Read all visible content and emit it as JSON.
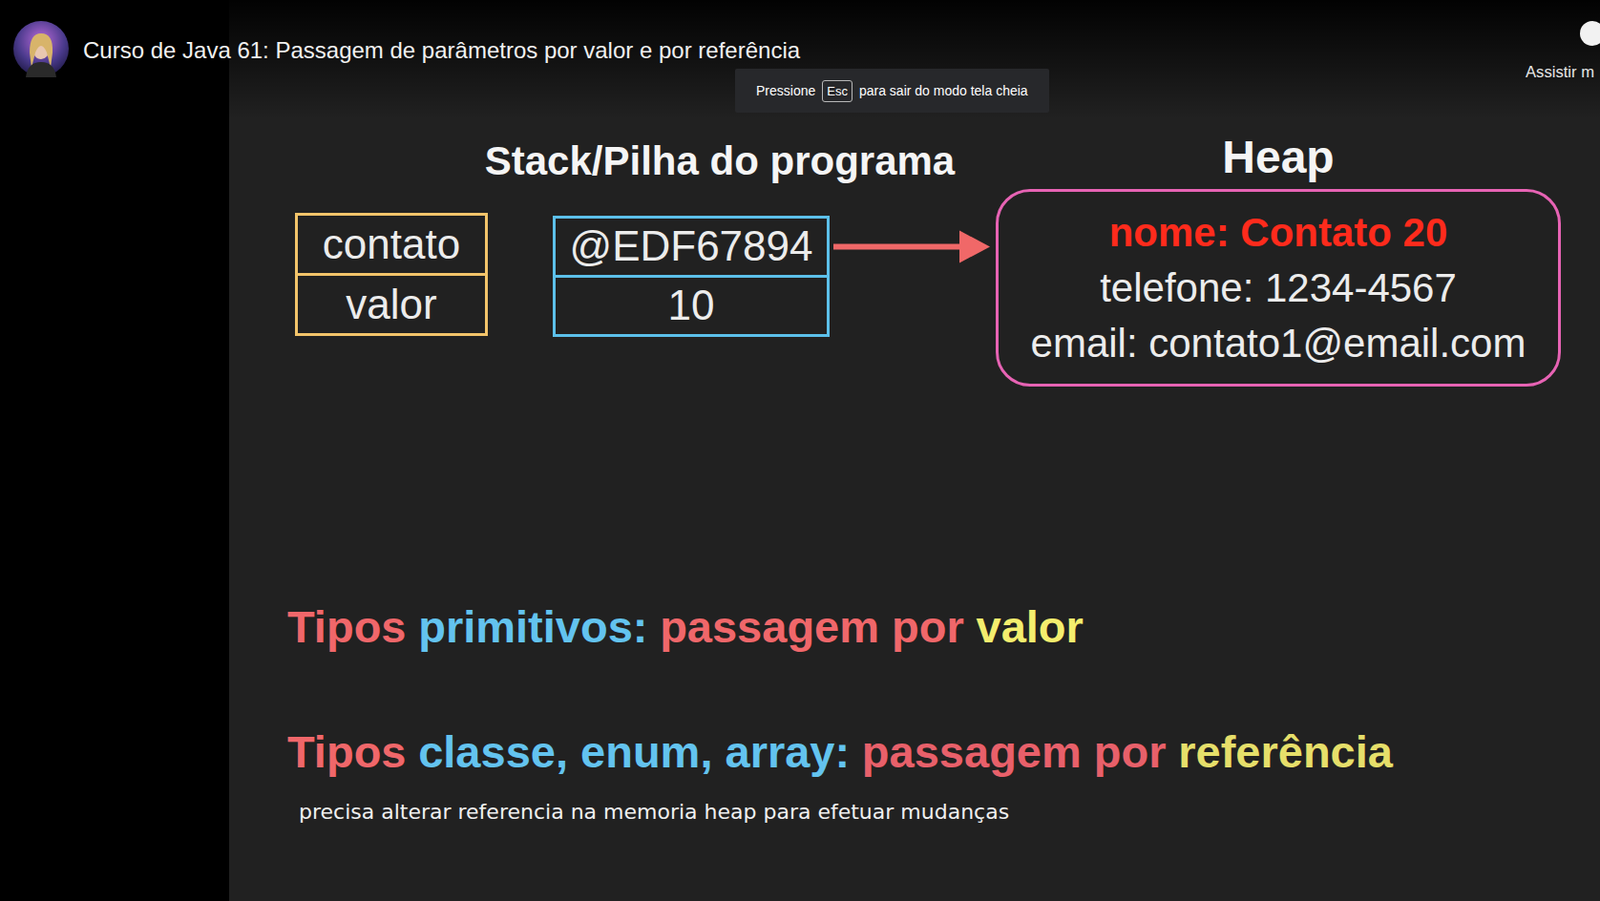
{
  "diagram": {
    "title": "Curso de Java 61: Passagem de parâmetros por valor e por referência",
    "nodes": [
      {
        "text": [
          "Pressione",
          "para sair do modo tela cheia"
        ]
      },
      {
        "text": [
          "Esc"
        ],
        "in": 0
      },
      {
        "text": [
          "contato"
        ]
      },
      {
        "text": [
          "valor"
        ]
      },
      {
        "text": [
          "@EDF67894"
        ]
      },
      {
        "text": [
          "10"
        ]
      },
      {
        "text": [
          "Heap",
          "nome: Contato 20",
          "telefone: 1234-4567",
          "email: contato1@email.com"
        ]
      }
    ],
    "edges": [
      {
        "from": 4,
        "to": 6,
        "arrow": "to"
      }
    ],
    "labels": [
      "Stack/Pilha do programa",
      "Tipos",
      "primitivos:",
      "passagem por",
      "valor",
      "Tipos",
      "classe, enum, array:",
      "passagem por",
      "referência",
      "precisa alterar referencia na memoria heap para efetuar mudanças",
      "Assistir m"
    ]
  }
}
